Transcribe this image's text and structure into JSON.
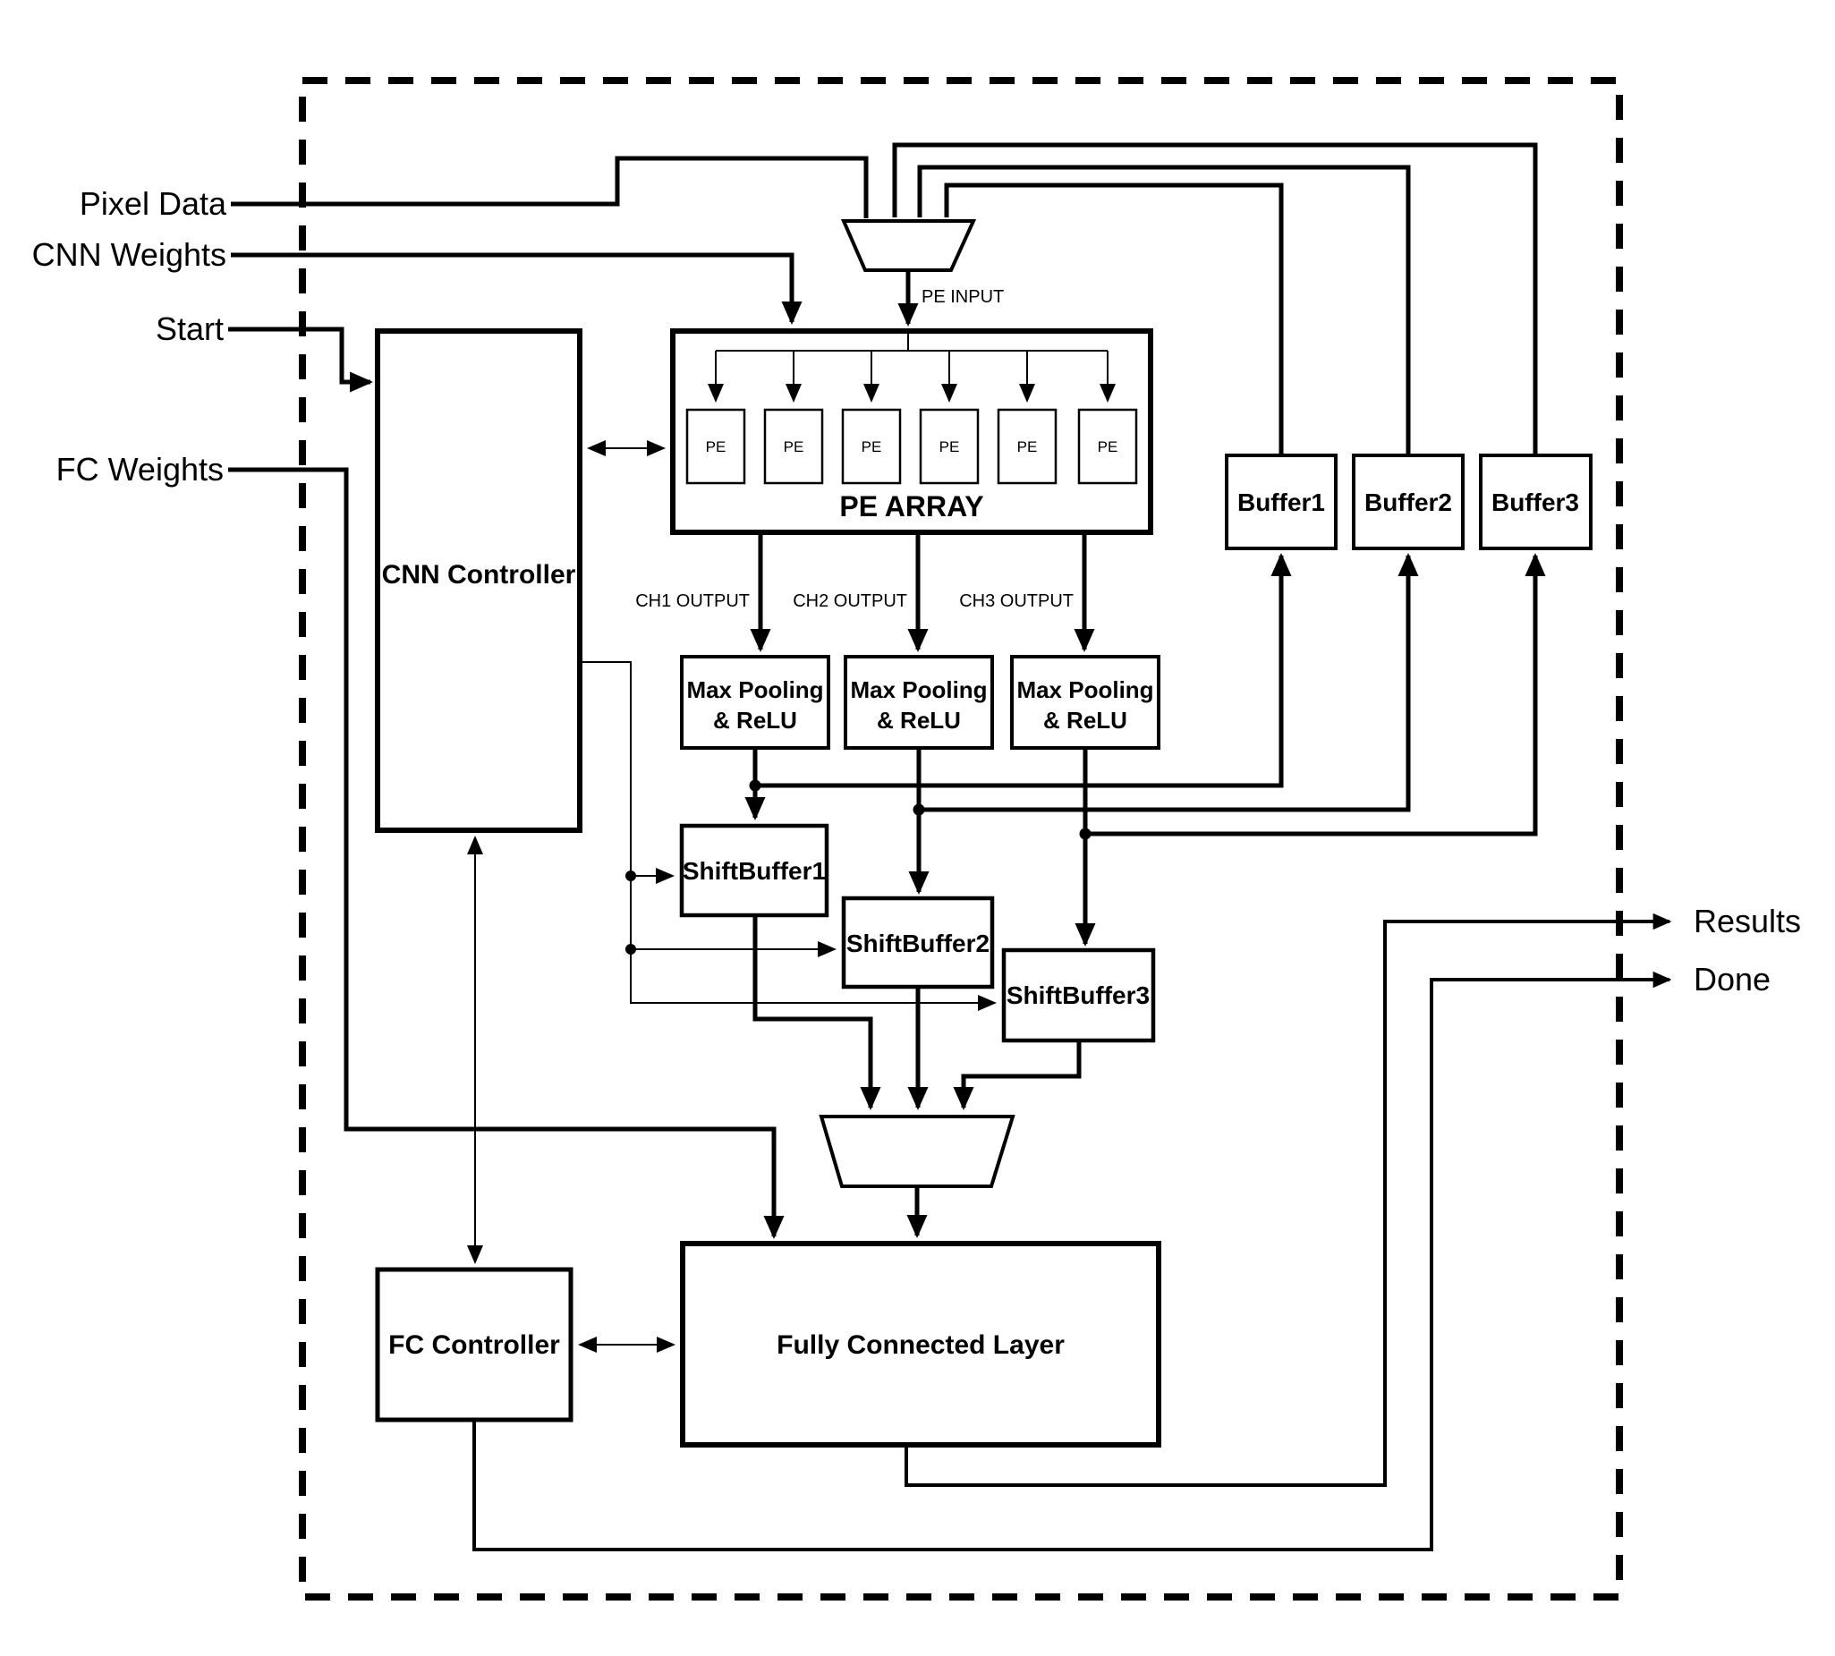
{
  "io": {
    "pixel_data": "Pixel Data",
    "cnn_weights": "CNN Weights",
    "start": "Start",
    "fc_weights": "FC Weights",
    "results": "Results",
    "done": "Done"
  },
  "blocks": {
    "cnn_controller": "CNN Controller",
    "pe_array": "PE ARRAY",
    "pe": "PE",
    "buffer1": "Buffer1",
    "buffer2": "Buffer2",
    "buffer3": "Buffer3",
    "maxpool": {
      "line1": "Max Pooling",
      "line2": "& ReLU"
    },
    "shiftbuffer1": "ShiftBuffer1",
    "shiftbuffer2": "ShiftBuffer2",
    "shiftbuffer3": "ShiftBuffer3",
    "fc_controller": "FC Controller",
    "fully_connected_layer": "Fully Connected Layer"
  },
  "wire_labels": {
    "pe_input": "PE INPUT",
    "ch1_output": "CH1 OUTPUT",
    "ch2_output": "CH2 OUTPUT",
    "ch3_output": "CH3 OUTPUT"
  },
  "colors": {
    "line": "#000000",
    "background": "#ffffff"
  }
}
